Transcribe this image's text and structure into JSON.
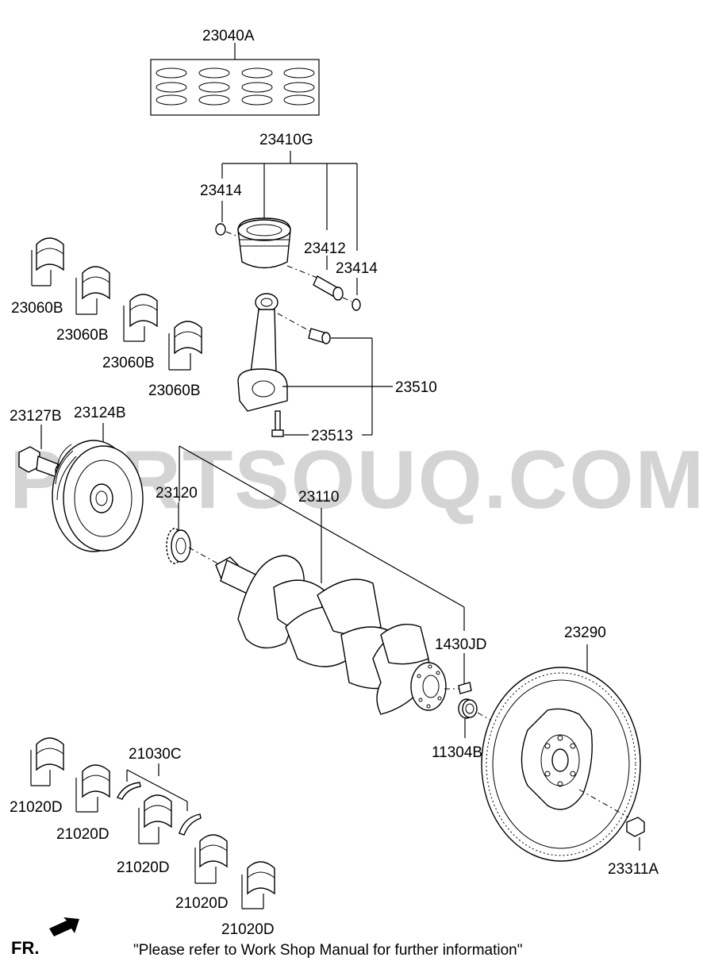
{
  "watermark": "PARTSOUQ.COM",
  "footer": {
    "fr_label": "FR.",
    "note": "\"Please refer to Work Shop Manual for further information\""
  },
  "labels": {
    "piston_ring_set": "23040A",
    "piston_assy": "23410G",
    "snap_ring_left": "23414",
    "piston_pin": "23412",
    "snap_ring_right": "23414",
    "conrod_bearing_1": "23060B",
    "conrod_bearing_2": "23060B",
    "conrod_bearing_3": "23060B",
    "conrod_bearing_4": "23060B",
    "connecting_rod": "23510",
    "conrod_bolt": "23513",
    "pulley_bolt": "23127B",
    "damper_pulley": "23124B",
    "sprocket": "23120",
    "crankshaft": "23110",
    "pin": "1430JD",
    "oil_seal": "11304B",
    "flywheel": "23290",
    "flywheel_bolt": "23311A",
    "thrust_washer": "21030C",
    "main_bearing_1": "21020D",
    "main_bearing_2": "21020D",
    "main_bearing_3": "21020D",
    "main_bearing_4": "21020D",
    "main_bearing_5": "21020D"
  }
}
